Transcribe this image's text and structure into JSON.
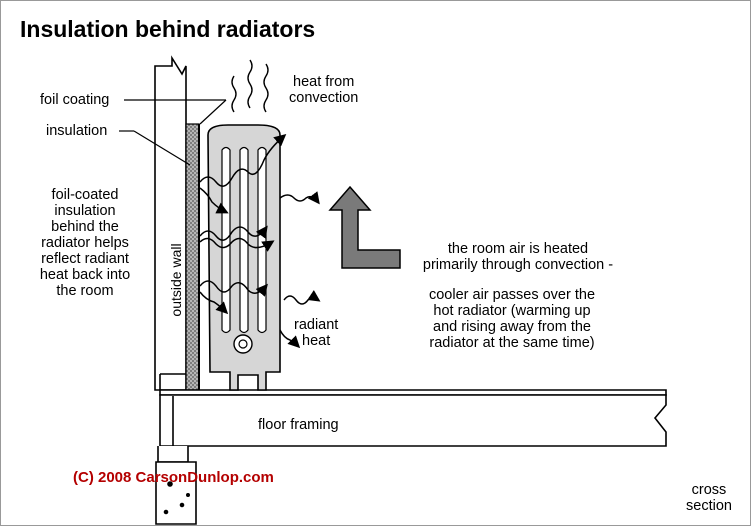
{
  "title": "Insulation behind radiators",
  "labels": {
    "foil_coating": "foil coating",
    "insulation": "insulation",
    "heat_from_convection_1": "heat from",
    "heat_from_convection_2": "convection",
    "explanation": [
      "foil-coated",
      "insulation",
      "behind the",
      "radiator helps",
      "reflect radiant",
      "heat back into",
      "the room"
    ],
    "outside_wall": "outside wall",
    "radiant_heat_1": "radiant",
    "radiant_heat_2": "heat",
    "room_air": [
      "the room air is heated",
      "primarily through convection -"
    ],
    "cooler_air": [
      "cooler air passes over the",
      "hot radiator (warming up",
      "and rising away from the",
      "radiator at the same time)"
    ],
    "floor_framing": "floor framing",
    "cross_section_1": "cross",
    "cross_section_2": "section"
  },
  "copyright": "(C) 2008 CarsonDunlop.com",
  "colors": {
    "arrow_fill": "#7a7a7a",
    "insulation_fill": "#aaaaaa",
    "radiator_fill": "#d6d6d6",
    "copyright": "#b40000"
  }
}
